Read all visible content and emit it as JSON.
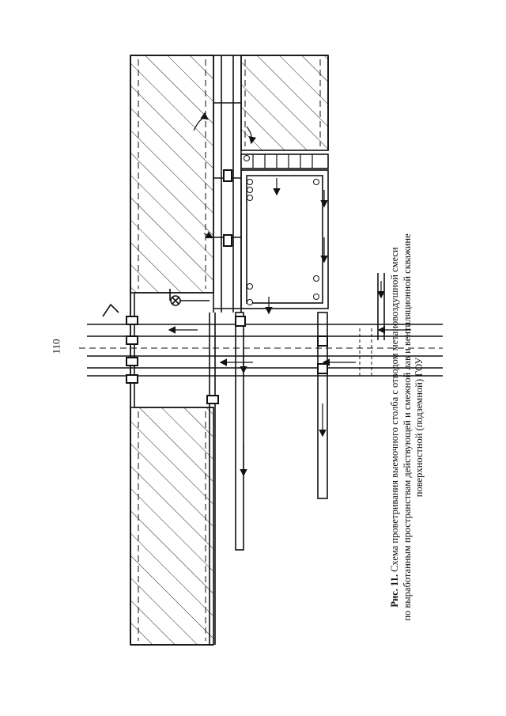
{
  "page": {
    "number": "110"
  },
  "caption": {
    "label": "Рис. 11.",
    "line1": "Схема проветривания выемочного столба с отводом метановоздушной смеси",
    "line2": "по выработанным пространствам действующей и смежной лав и вентиляционной скважине",
    "line3": "поверхностной (подземной) ГОУ"
  },
  "colors": {
    "ink": "#111111",
    "paper": "#ffffff"
  }
}
